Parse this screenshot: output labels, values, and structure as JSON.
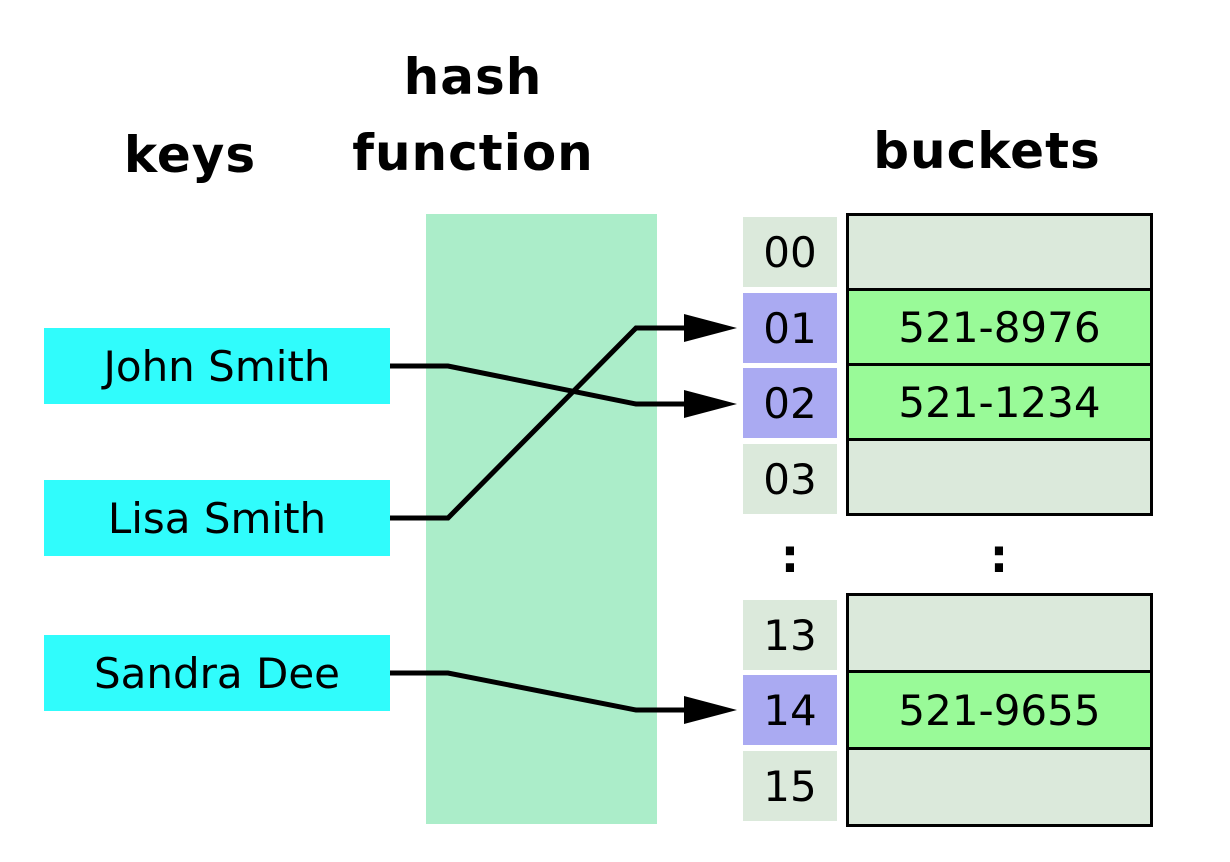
{
  "headers": {
    "keys": "keys",
    "hash_line1": "hash",
    "hash_line2": "function",
    "buckets": "buckets"
  },
  "keys": [
    {
      "label": "John Smith"
    },
    {
      "label": "Lisa Smith"
    },
    {
      "label": "Sandra Dee"
    }
  ],
  "index_cells": [
    {
      "label": "00",
      "highlighted": false
    },
    {
      "label": "01",
      "highlighted": true
    },
    {
      "label": "02",
      "highlighted": true
    },
    {
      "label": "03",
      "highlighted": false
    },
    {
      "label": "13",
      "highlighted": false
    },
    {
      "label": "14",
      "highlighted": true
    },
    {
      "label": "15",
      "highlighted": false
    }
  ],
  "ellipsis": ":",
  "buckets_top": [
    {
      "value": "",
      "filled": false
    },
    {
      "value": "521-8976",
      "filled": true
    },
    {
      "value": "521-1234",
      "filled": true
    },
    {
      "value": "",
      "filled": false
    }
  ],
  "buckets_bottom": [
    {
      "value": "",
      "filled": false
    },
    {
      "value": "521-9655",
      "filled": true
    },
    {
      "value": "",
      "filled": false
    }
  ],
  "mappings": [
    {
      "key": "John Smith",
      "slot": "02"
    },
    {
      "key": "Lisa Smith",
      "slot": "01"
    },
    {
      "key": "Sandra Dee",
      "slot": "14"
    }
  ],
  "colors": {
    "cyan": "#30FCFC",
    "mint": "#ABEDC9",
    "purple": "#AAAAF2",
    "lightcell": "#DBE9DB",
    "green": "#99FA98",
    "arrow": "#000000"
  }
}
